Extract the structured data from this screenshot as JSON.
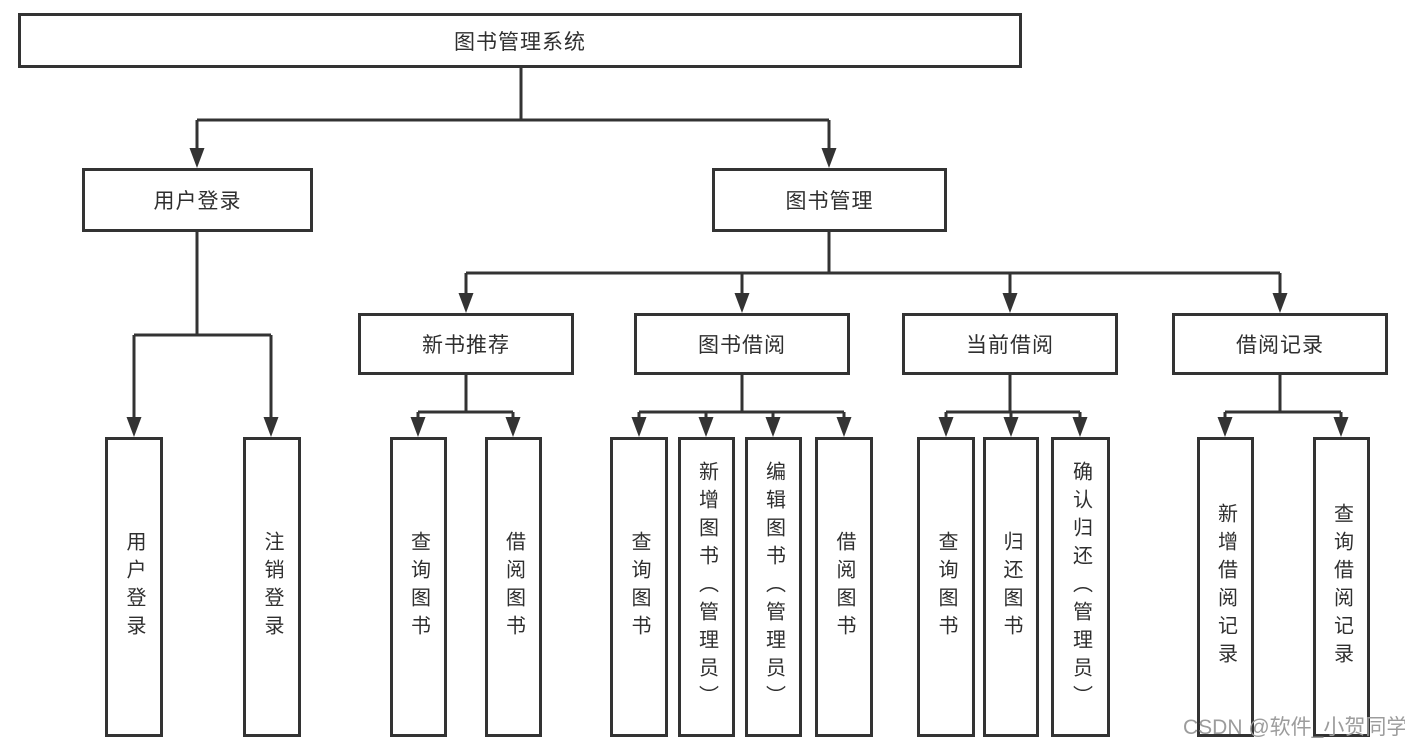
{
  "colors": {
    "line": "#333333",
    "text": "#2f2f2f",
    "watermark": "#9c9c9c",
    "background": "#ffffff"
  },
  "tree": {
    "root": "图书管理系统",
    "children": [
      {
        "label": "用户登录",
        "leaves": [
          "用户登录",
          "注销登录"
        ]
      },
      {
        "label": "图书管理",
        "children": [
          {
            "label": "新书推荐",
            "leaves": [
              "查询图书",
              "借阅图书"
            ]
          },
          {
            "label": "图书借阅",
            "leaves": [
              "查询图书",
              "新增图书（管理员）",
              "编辑图书（管理员）",
              "借阅图书"
            ]
          },
          {
            "label": "当前借阅",
            "leaves": [
              "查询图书",
              "归还图书",
              "确认归还（管理员）"
            ]
          },
          {
            "label": "借阅记录",
            "leaves": [
              "新增借阅记录",
              "查询借阅记录"
            ]
          }
        ]
      }
    ]
  },
  "watermark": {
    "text": "CSDN @软件_小贺同学"
  }
}
